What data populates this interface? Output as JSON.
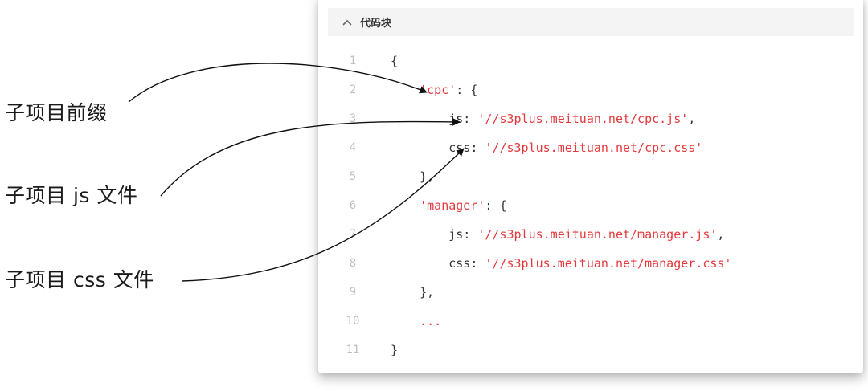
{
  "annotations": {
    "prefix_label": "子项目前缀",
    "js_label": "子项目 js 文件",
    "css_label": "子项目 css 文件"
  },
  "code_block": {
    "title": "代码块",
    "collapse_icon": "chevron-up-icon",
    "lines": [
      {
        "num": "1",
        "indent": "",
        "parts": [
          {
            "t": "{",
            "c": "punc"
          }
        ]
      },
      {
        "num": "2",
        "indent": "    ",
        "parts": [
          {
            "t": "'cpc'",
            "c": "str"
          },
          {
            "t": ": {",
            "c": "punc"
          }
        ]
      },
      {
        "num": "3",
        "indent": "        ",
        "parts": [
          {
            "t": "js: ",
            "c": "key"
          },
          {
            "t": "'//s3plus.meituan.net/cpc.js'",
            "c": "str"
          },
          {
            "t": ",",
            "c": "punc"
          }
        ]
      },
      {
        "num": "4",
        "indent": "        ",
        "parts": [
          {
            "t": "css: ",
            "c": "key"
          },
          {
            "t": "'//s3plus.meituan.net/cpc.css'",
            "c": "str"
          }
        ]
      },
      {
        "num": "5",
        "indent": "    ",
        "parts": [
          {
            "t": "},",
            "c": "punc"
          }
        ]
      },
      {
        "num": "6",
        "indent": "    ",
        "parts": [
          {
            "t": "'manager'",
            "c": "str"
          },
          {
            "t": ": {",
            "c": "punc"
          }
        ]
      },
      {
        "num": "7",
        "indent": "        ",
        "parts": [
          {
            "t": "js: ",
            "c": "key"
          },
          {
            "t": "'//s3plus.meituan.net/manager.js'",
            "c": "str"
          },
          {
            "t": ",",
            "c": "punc"
          }
        ]
      },
      {
        "num": "8",
        "indent": "        ",
        "parts": [
          {
            "t": "css: ",
            "c": "key"
          },
          {
            "t": "'//s3plus.meituan.net/manager.css'",
            "c": "str"
          }
        ]
      },
      {
        "num": "9",
        "indent": "    ",
        "parts": [
          {
            "t": "},",
            "c": "punc"
          }
        ]
      },
      {
        "num": "10",
        "indent": "    ",
        "parts": [
          {
            "t": "...",
            "c": "str"
          }
        ]
      },
      {
        "num": "11",
        "indent": "",
        "parts": [
          {
            "t": "}",
            "c": "punc"
          }
        ]
      }
    ]
  },
  "colors": {
    "string": "#e4393c",
    "line_number": "#c0c0c0",
    "header_bg": "#f4f4f4",
    "arrow": "#111111"
  }
}
